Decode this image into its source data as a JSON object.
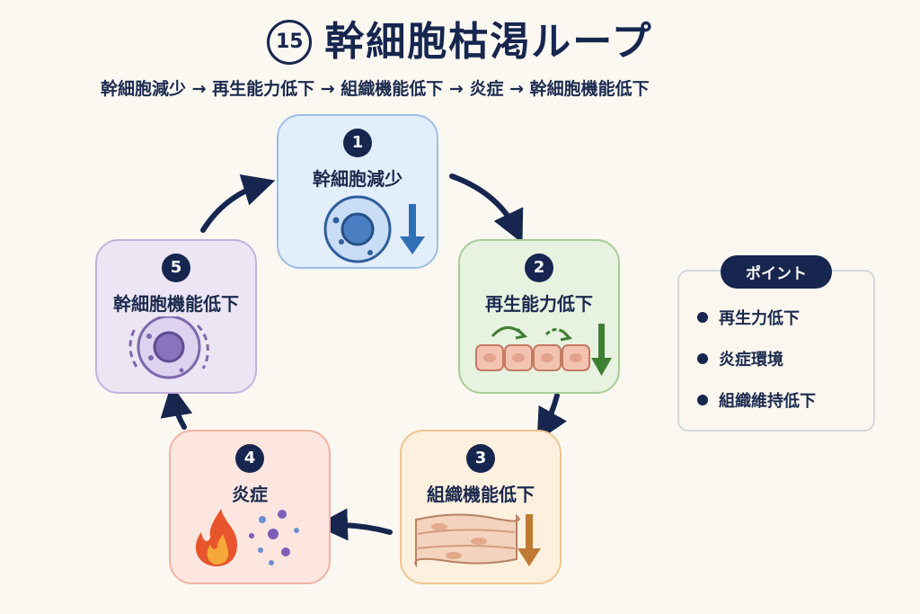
{
  "title": {
    "number": "15",
    "text": "幹細胞枯渇ループ"
  },
  "subtitle": "幹細胞減少 → 再生能力低下 → 組織機能低下 → 炎症 → 幹細胞機能低下",
  "cards": [
    {
      "number": "1",
      "label": "幹細胞減少",
      "color": "#e3eefb"
    },
    {
      "number": "2",
      "label": "再生能力低下",
      "color": "#e7f2e0"
    },
    {
      "number": "3",
      "label": "組織機能低下",
      "color": "#fdf0df"
    },
    {
      "number": "4",
      "label": "炎症",
      "color": "#fce6df"
    },
    {
      "number": "5",
      "label": "幹細胞機能低下",
      "color": "#ece6f4"
    }
  ],
  "points": {
    "heading": "ポイント",
    "items": [
      "再生力低下",
      "炎症環境",
      "組織維持低下"
    ]
  },
  "icons": [
    "stem-cell-icon",
    "down-arrow-icon",
    "regeneration-tissue-icon",
    "tissue-icon",
    "flame-icon",
    "inflammation-particles-icon",
    "weak-cell-icon"
  ],
  "accent_color": "#16264f"
}
